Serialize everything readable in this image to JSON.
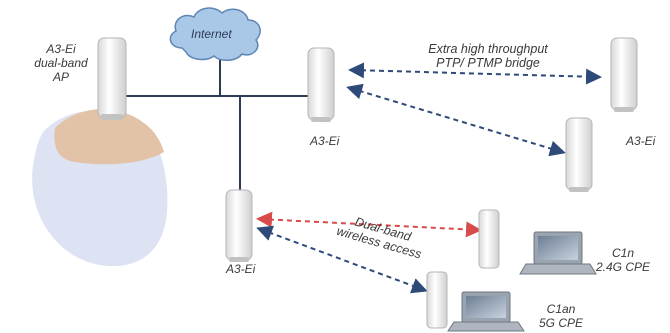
{
  "labels": {
    "ap_main": [
      "A3-Ei",
      "dual-band",
      "AP"
    ],
    "internet": "Internet",
    "ptp_bridge": [
      "Extra high throughput",
      "PTP/ PTMP bridge"
    ],
    "node_center": "A3-Ei",
    "node_right": "A3-Ei",
    "node_lower": "A3-Ei",
    "dual_band_access": [
      "Dual-band",
      "wireless access"
    ],
    "c1n": [
      "C1n",
      "2.4G CPE"
    ],
    "c1an": [
      "C1an",
      "5G CPE"
    ]
  },
  "colors": {
    "backbone": "#2b3a55",
    "link_blue": "#2d4a78",
    "link_red": "#d94a4a",
    "cloud": "#a9c8e8",
    "coverage_top": "#e3c3a8",
    "coverage_bottom": "#dde3f3"
  }
}
